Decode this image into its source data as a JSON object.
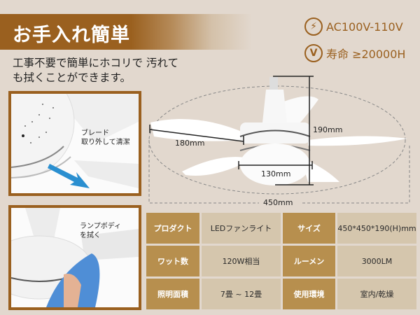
{
  "header": {
    "title": "お手入れ簡単",
    "description_line1": "工事不要で簡単にホコリで 汚れて",
    "description_line2": "も拭くことができます。"
  },
  "features": [
    {
      "icon": "lightning-icon",
      "glyph": "⚡",
      "text": "AC100V-110V"
    },
    {
      "icon": "v-check-icon",
      "glyph": "V",
      "text": "寿命 ≥20000H"
    }
  ],
  "photos": [
    {
      "label_line1": "ブレード",
      "label_line2": "取り外して清潔"
    },
    {
      "label_line1": "ランプボディ",
      "label_line2": "を拭く"
    }
  ],
  "dimensions": {
    "height": "190mm",
    "blade": "180mm",
    "body": "130mm",
    "span": "450mm"
  },
  "spec_table": [
    [
      "プロダクト",
      "LEDファンライト",
      "サイズ",
      "450*450*190(H)mm"
    ],
    [
      "ワット数",
      "120W相当",
      "ルーメン",
      "3000LM"
    ],
    [
      "照明面積",
      "7畳 ~ 12畳",
      "使用環境",
      "室内/乾燥"
    ]
  ],
  "colors": {
    "brand": "#9a601f",
    "background": "#e2d8ce",
    "table_head": "#b78f4e",
    "table_value": "#d5c6ad"
  }
}
